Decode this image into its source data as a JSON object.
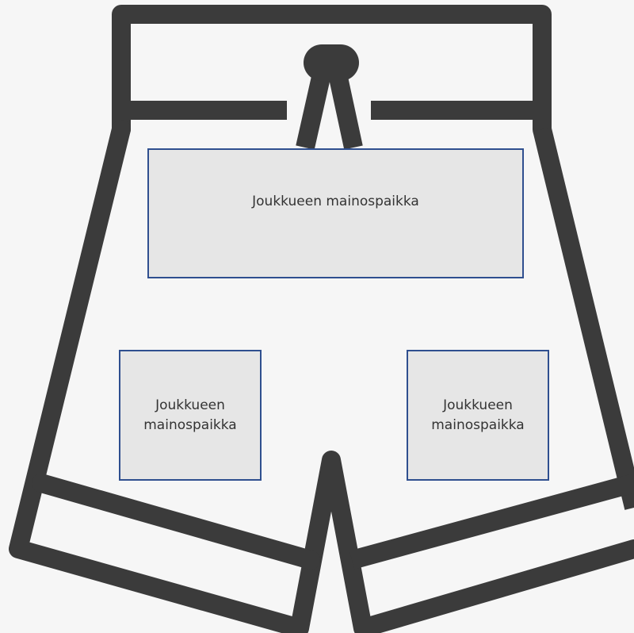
{
  "shorts": {
    "stroke_color": "#3b3b3b",
    "fill_color": "#f6f6f6"
  },
  "ad_slots": {
    "border_color": "#2f4f8f",
    "fill_color": "#e6e6e6",
    "top": {
      "label": "Joukkueen mainospaikka"
    },
    "left_leg": {
      "label": "Joukkueen mainospaikka"
    },
    "right_leg": {
      "label": "Joukkueen mainospaikka"
    }
  }
}
